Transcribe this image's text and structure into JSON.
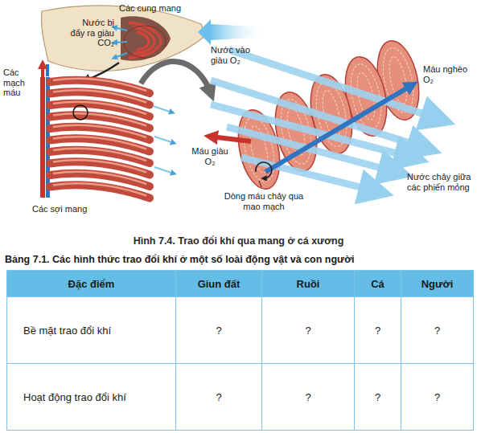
{
  "diagram": {
    "caption": "Hình 7.4. Trao đổi khí qua mang ở cá xương",
    "labels": [
      "Các cung mang",
      "Nước vào giàu O₂",
      "Nước bị đẩy ra giàu CO₂",
      "Các mạch máu",
      "Máu nghèo O₂",
      "Máu giàu O₂",
      "Dòng máu chảy qua mao mạch",
      "Nước chảy giữa các phiến mỏng",
      "Các sợi mang",
      "Bảng 7.1. Các hình thức trao đổi khí ở một số loài động vật và con người",
      "Đặc điểm",
      "Giun đất",
      "Ruồi",
      "Cá",
      "Người",
      "Bề mặt trao đổi khí",
      "?",
      "?",
      "?",
      "?",
      "Hoạt động trao đổi khí",
      "?",
      "?",
      "?",
      "?"
    ]
  }
}
